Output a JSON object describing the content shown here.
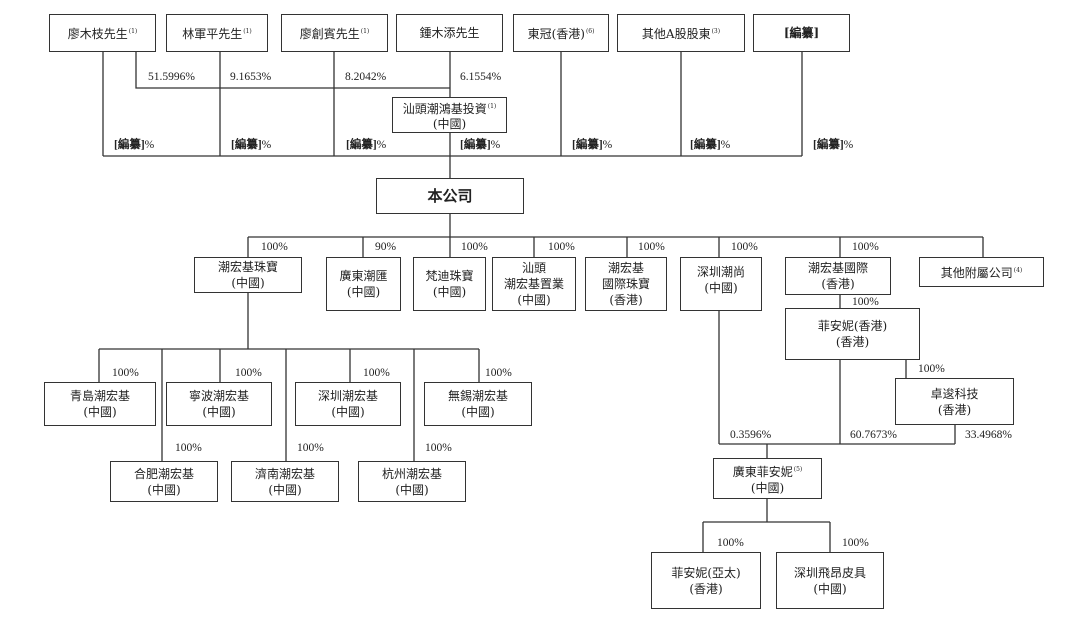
{
  "shareholders": [
    {
      "name": "廖木枝先生",
      "note": "(1)"
    },
    {
      "name": "林軍平先生",
      "note": "(1)"
    },
    {
      "name": "廖創賓先生",
      "note": "(1)"
    },
    {
      "name": "鍾木添先生",
      "note": ""
    },
    {
      "name": "東冠(香港)",
      "note": "(6)"
    },
    {
      "name": "其他A股股東",
      "note": "(3)"
    },
    {
      "name": "[編纂]",
      "note": ""
    }
  ],
  "holding_pcts": [
    "51.5996%",
    "9.1653%",
    "8.2042%",
    "6.1554%"
  ],
  "redacted_label": "[編纂]",
  "pct_sign": "%",
  "holding_co": {
    "name": "汕頭潮鴻基投資",
    "note": "(1)",
    "region": "(中國)"
  },
  "company": "本公司",
  "subsidiaries": [
    {
      "name": "潮宏基珠寶",
      "region": "(中國)",
      "pct": "100%"
    },
    {
      "name": "廣東潮匯",
      "region": "(中國)",
      "pct": "90%"
    },
    {
      "name": "梵迪珠寶",
      "region": "(中國)",
      "pct": "100%"
    },
    {
      "name": "汕頭",
      "name2": "潮宏基置業",
      "region": "(中國)",
      "pct": "100%"
    },
    {
      "name": "潮宏基",
      "name2": "國際珠寶",
      "region": "(香港)",
      "pct": "100%"
    },
    {
      "name": "深圳潮尚",
      "region": "(中國)",
      "pct": "100%"
    },
    {
      "name": "潮宏基國際",
      "region": "(香港)",
      "pct": "100%"
    },
    {
      "name": "其他附屬公司",
      "note": "(4)"
    }
  ],
  "jewelry_subs": [
    {
      "name": "青島潮宏基",
      "region": "(中國)",
      "pct": "100%"
    },
    {
      "name": "寧波潮宏基",
      "region": "(中國)",
      "pct": "100%"
    },
    {
      "name": "深圳潮宏基",
      "region": "(中國)",
      "pct": "100%"
    },
    {
      "name": "無錫潮宏基",
      "region": "(中國)",
      "pct": "100%"
    },
    {
      "name": "合肥潮宏基",
      "region": "(中國)",
      "pct": "100%"
    },
    {
      "name": "濟南潮宏基",
      "region": "(中國)",
      "pct": "100%"
    },
    {
      "name": "杭州潮宏基",
      "region": "(中國)",
      "pct": "100%"
    }
  ],
  "fiani_hk": {
    "name": "菲安妮(香港)",
    "region": "(香港)",
    "pct": "100%"
  },
  "zhuoling": {
    "name": "卓逡科技",
    "region": "(香港)",
    "pct": "100%"
  },
  "gd_fiani": {
    "name": "廣東菲安妮",
    "note": "(5)",
    "region": "(中國)",
    "pcts": [
      "0.3596%",
      "60.7673%",
      "33.4968%"
    ]
  },
  "gd_fiani_subs": [
    {
      "name": "菲安妮(亞太)",
      "region": "(香港)",
      "pct": "100%"
    },
    {
      "name": "深圳飛昂皮具",
      "region": "(中國)",
      "pct": "100%"
    }
  ]
}
